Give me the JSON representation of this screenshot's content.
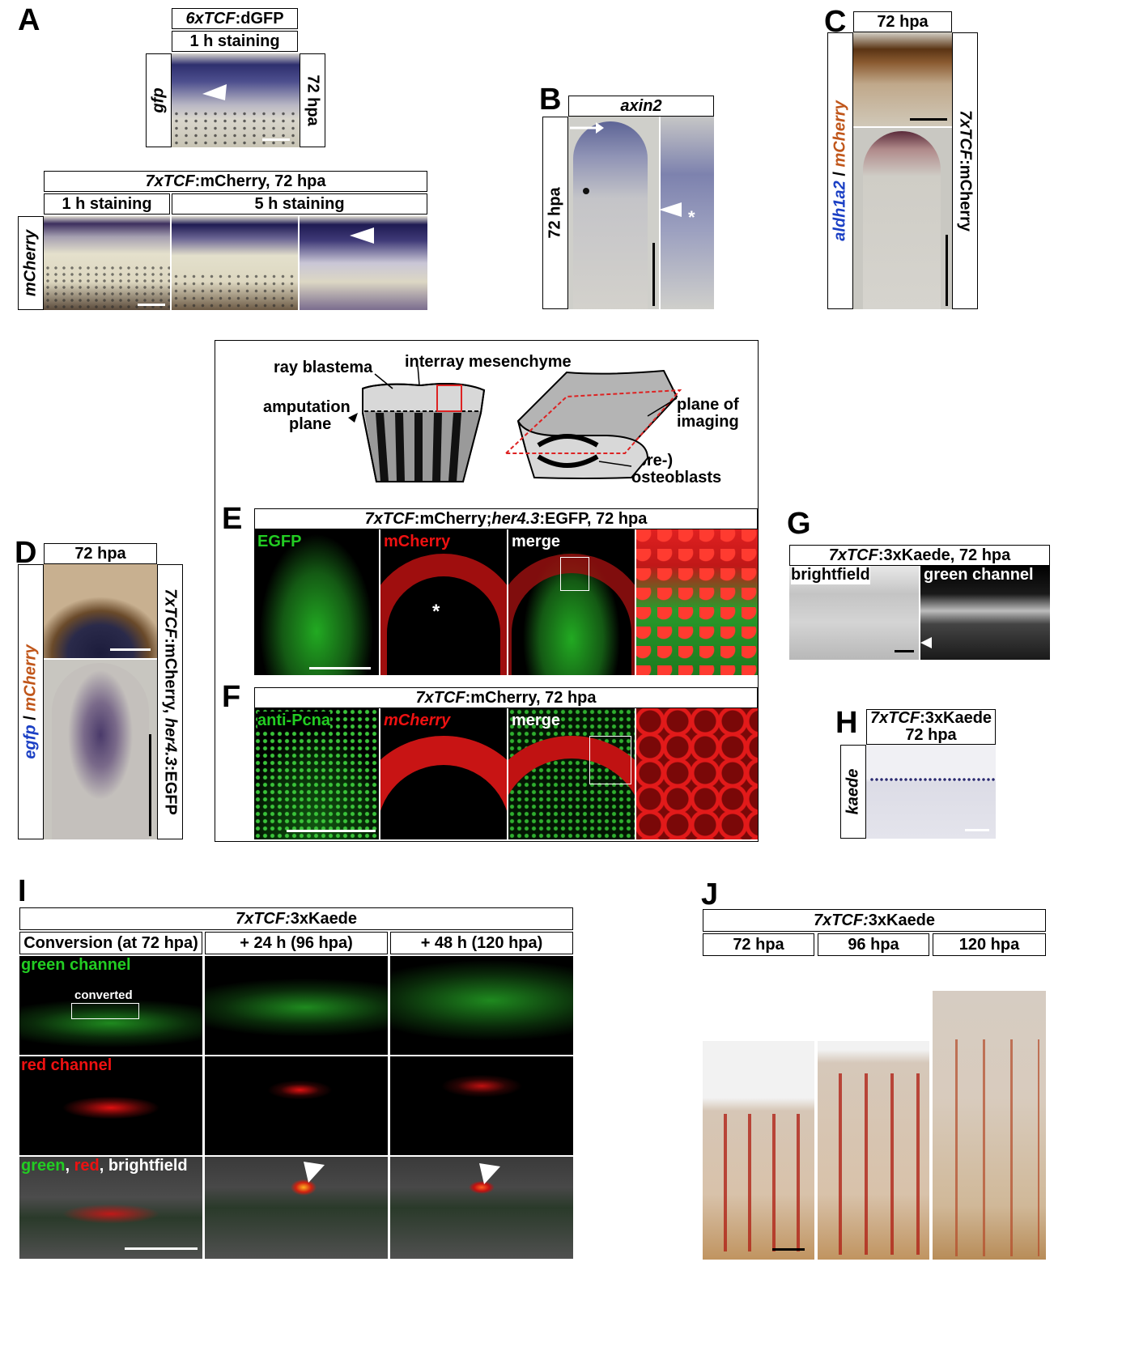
{
  "panels": {
    "A": {
      "letter": "A",
      "header1_italic": "6xTCF",
      "header1_rest": ":dGFP",
      "header2": "1 h staining",
      "left_label": "gfp",
      "right_label": "72 hpa",
      "row2_header_italic": "7xTCF",
      "row2_header_rest": ":mCherry, 72 hpa",
      "row2_col1": "1 h staining",
      "row2_col2": "5 h staining",
      "row2_left_label": "mCherry"
    },
    "B": {
      "letter": "B",
      "header": "axin2",
      "left_label": "72 hpa"
    },
    "C": {
      "letter": "C",
      "header": "72 hpa",
      "left_label_1": "aldh1a2",
      "left_label_sep": " / ",
      "left_label_2": "mCherry",
      "right_label_italic": "7xTCF",
      "right_label_rest": ":mCherry"
    },
    "D": {
      "letter": "D",
      "header": "72 hpa",
      "left_label_1": "egfp",
      "left_label_sep": " / ",
      "left_label_2": "mCherry",
      "right_label_1": "7xTCF",
      "right_label_2": ":mCherry, ",
      "right_label_3": "her4.3",
      "right_label_4": ":EGFP"
    },
    "schematic": {
      "ray_blastema": "ray blastema",
      "interray": "interray mesenchyme",
      "amputation_1": "amputation",
      "amputation_2": "plane",
      "plane_1": "plane of",
      "plane_2": "imaging",
      "osteo_1": "(pre-)",
      "osteo_2": "osteoblasts"
    },
    "E": {
      "letter": "E",
      "header_1": "7xTCF",
      "header_2": ":mCherry; ",
      "header_3": "her4.3",
      "header_4": ":EGFP, 72 hpa",
      "ch1": "EGFP",
      "ch2": "mCherry",
      "ch3": "merge",
      "asterisk": "*"
    },
    "F": {
      "letter": "F",
      "header_1": "7xTCF",
      "header_2": ":mCherry, 72 hpa",
      "ch1": "anti-Pcna",
      "ch2": "mCherry",
      "ch3": "merge"
    },
    "G": {
      "letter": "G",
      "header_1": "7xTCF",
      "header_2": ":3xKaede, 72 hpa",
      "col1": "brightfield",
      "col2": "green channel"
    },
    "H": {
      "letter": "H",
      "header_1": "7xTCF",
      "header_2": ":3xKaede",
      "header_3": "72 hpa",
      "left_label": "kaede"
    },
    "I": {
      "letter": "I",
      "header_1": "7xTCF:",
      "header_2": "3xKaede",
      "col1": "Conversion (at 72 hpa)",
      "col2": "+ 24 h (96 hpa)",
      "col3": "+ 48 h (120 hpa)",
      "row1": "green channel",
      "converted": "converted",
      "row2": "red channel",
      "row3_green": "green",
      "row3_sep1": ", ",
      "row3_red": "red",
      "row3_rest": ", brightfield"
    },
    "J": {
      "letter": "J",
      "header_1": "7xTCF:",
      "header_2": "3xKaede",
      "col1": "72 hpa",
      "col2": "96 hpa",
      "col3": "120 hpa"
    }
  },
  "colors": {
    "green": "#22cc22",
    "red": "#ee1111",
    "blue": "#1a3fc4",
    "orange": "#c0561a"
  }
}
